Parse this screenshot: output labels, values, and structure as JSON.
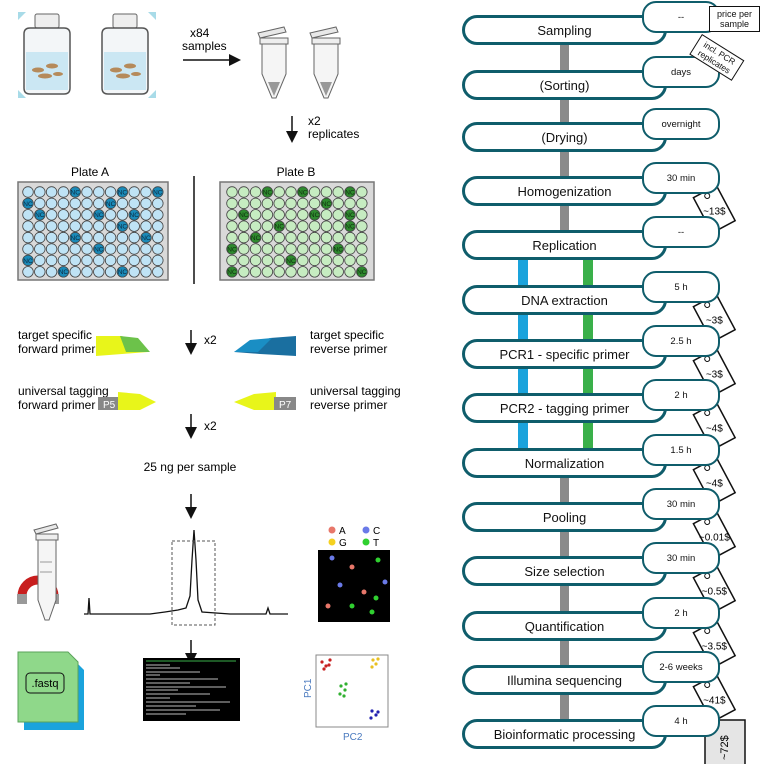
{
  "left": {
    "x84": "x84",
    "samples": "samples",
    "x2_a": "x2",
    "replicates": "replicates",
    "plate_a": "Plate A",
    "plate_b": "Plate B",
    "nc": "NC",
    "x2_b": "x2",
    "x2_c": "x2",
    "tsfp_1": "target specific",
    "tsfp_2": "forward primer",
    "tsrp_1": "target specific",
    "tsrp_2": "reverse primer",
    "utfp_1": "universal tagging",
    "utfp_2": "forward primer",
    "utrp_1": "universal tagging",
    "utrp_2": "reverse primer",
    "p5": "P5",
    "p7": "P7",
    "ng": "25 ng per sample",
    "base_a": "A",
    "base_c": "C",
    "base_g": "G",
    "base_t": "T",
    "fastq": ".fastq",
    "pc1": "PC1",
    "pc2": "PC2"
  },
  "workflow": {
    "steps": [
      "Sampling",
      "(Sorting)",
      "(Drying)",
      "Homogenization",
      "Replication",
      "DNA extraction",
      "PCR1 - specific primer",
      "PCR2 - tagging primer",
      "Normalization",
      "Pooling",
      "Size selection",
      "Quantification",
      "Illumina sequencing",
      "Bioinformatic processing"
    ],
    "times": [
      "--",
      "days",
      "overnight",
      "30 min",
      "--",
      "5 h",
      "2.5 h",
      "2 h",
      "1.5 h",
      "30 min",
      "30 min",
      "2 h",
      "2-6 weeks",
      "4 h"
    ],
    "price_header_1": "price per",
    "price_header_2": "sample",
    "price_pcr_1": "incl. PCR",
    "price_pcr_2": "replicates",
    "prices": [
      "~13$",
      "~3$",
      "~3$",
      "~4$",
      "~4$",
      "~0.01$",
      "~0.5$",
      "~3.5$",
      "~41$",
      "~72$"
    ]
  },
  "colors": {
    "teal": "#0f5d6b",
    "blue_line": "#1aa3dc",
    "green_line": "#3ab04a",
    "gray_line": "#8a8a8a",
    "plate_a_well": "#bfe3f5",
    "plate_b_well": "#c6ecc1"
  }
}
